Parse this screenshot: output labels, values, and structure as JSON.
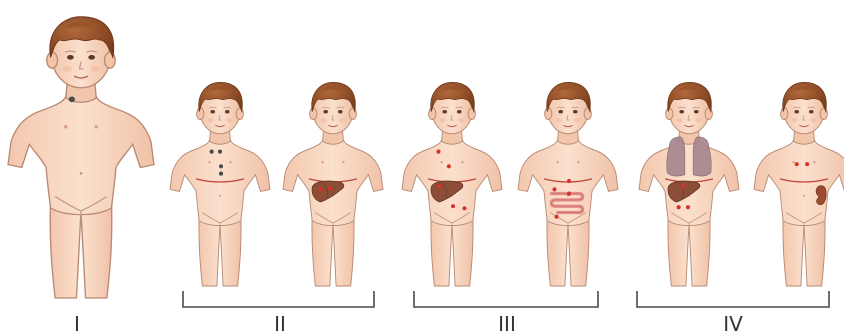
{
  "figure": {
    "background": "#ffffff",
    "skin_color": "#f8d7c0",
    "hair_color": "#8a4a22",
    "node_color": "#4a4a4a",
    "lesion_color": "#d9322c",
    "liver_color": "#8c4e36",
    "lung_color": "#a8868f",
    "boundary_color": "#c0453a",
    "stages": [
      {
        "label": "I",
        "figures": [
          {
            "id": "fig-i",
            "size": "large",
            "organs": [],
            "node_dots": 1,
            "lesion_dots": 0
          }
        ]
      },
      {
        "label": "II",
        "figures": [
          {
            "id": "fig-ii-a",
            "size": "small",
            "organs": [
              "diaphragm-line"
            ],
            "node_dots": 4,
            "lesion_dots": 0
          },
          {
            "id": "fig-ii-b",
            "size": "small",
            "organs": [
              "diaphragm-line",
              "liver"
            ],
            "node_dots": 0,
            "lesion_dots": 2
          }
        ]
      },
      {
        "label": "III",
        "figures": [
          {
            "id": "fig-iii-a",
            "size": "small",
            "organs": [
              "diaphragm-line",
              "liver"
            ],
            "node_dots": 0,
            "lesion_dots": 5
          },
          {
            "id": "fig-iii-b",
            "size": "small",
            "organs": [
              "diaphragm-line",
              "intestine"
            ],
            "node_dots": 0,
            "lesion_dots": 4
          }
        ]
      },
      {
        "label": "IV",
        "figures": [
          {
            "id": "fig-iv-a",
            "size": "small",
            "organs": [
              "diaphragm-line",
              "lungs",
              "liver"
            ],
            "node_dots": 0,
            "lesion_dots": 3
          },
          {
            "id": "fig-iv-b",
            "size": "small",
            "organs": [
              "diaphragm-line",
              "kidney"
            ],
            "node_dots": 0,
            "lesion_dots": 2
          }
        ]
      }
    ]
  }
}
